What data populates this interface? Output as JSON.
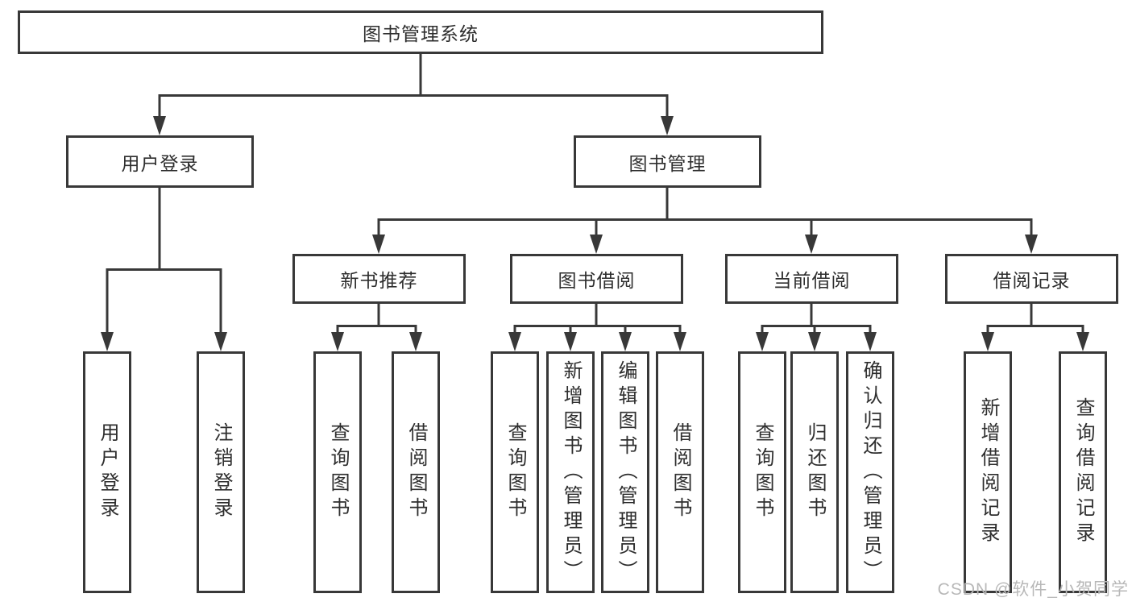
{
  "tree": {
    "root": {
      "label": "图书管理系统"
    },
    "branches": [
      {
        "label": "用户登录",
        "children": [
          {
            "label": "用户登录"
          },
          {
            "label": "注销登录"
          }
        ]
      },
      {
        "label": "图书管理",
        "children": [
          {
            "label": "新书推荐",
            "children": [
              {
                "label": "查询图书"
              },
              {
                "label": "借阅图书"
              }
            ]
          },
          {
            "label": "图书借阅",
            "children": [
              {
                "label": "查询图书"
              },
              {
                "label": "新增图书（管理员）"
              },
              {
                "label": "编辑图书（管理员）"
              },
              {
                "label": "借阅图书"
              }
            ]
          },
          {
            "label": "当前借阅",
            "children": [
              {
                "label": "查询图书"
              },
              {
                "label": "归还图书"
              },
              {
                "label": "确认归还（管理员）"
              }
            ]
          },
          {
            "label": "借阅记录",
            "children": [
              {
                "label": "新增借阅记录"
              },
              {
                "label": "查询借阅记录"
              }
            ]
          }
        ]
      }
    ]
  },
  "watermark": {
    "text": "CSDN @软件_小贺同学"
  },
  "colors": {
    "line": "#383838",
    "box_border": "#383838",
    "box_fill": "#ffffff",
    "text": "#2e2e2e",
    "watermark": "#b8b8b8"
  }
}
